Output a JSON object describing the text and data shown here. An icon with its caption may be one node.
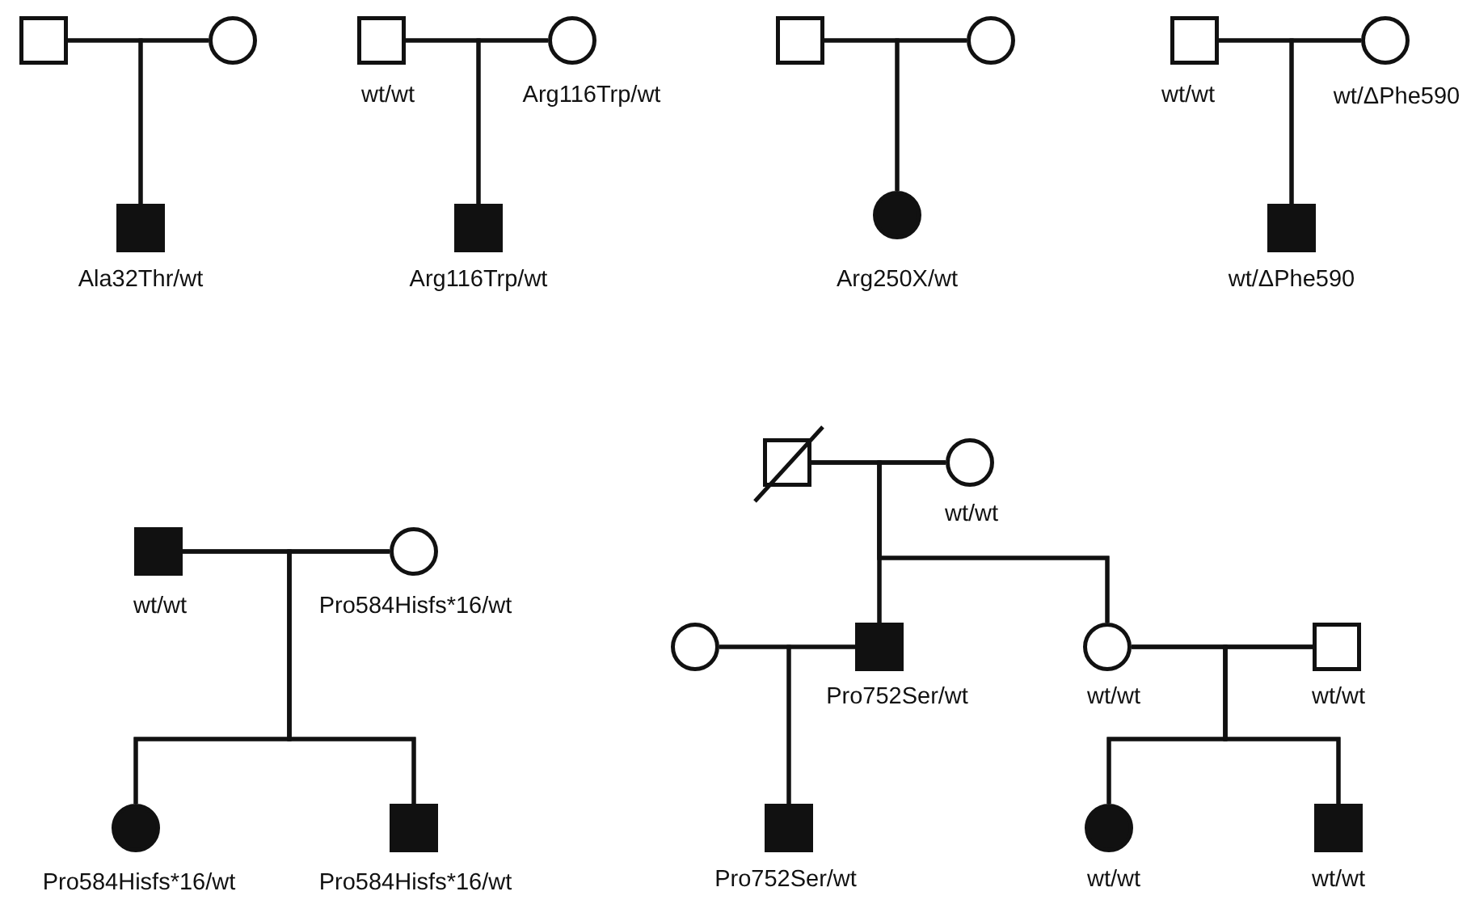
{
  "diagram": {
    "nodes": [
      {
        "text": [],
        "shape": "box"
      },
      {
        "text": [],
        "shape": "circle"
      },
      {
        "text": [],
        "shape": "filled-box",
        "beside": [
          "Ala32Thr/wt"
        ]
      },
      {
        "text": [],
        "shape": "box",
        "beside": [
          "wt/wt"
        ]
      },
      {
        "text": [],
        "shape": "circle",
        "beside": [
          "Arg116Trp/wt"
        ]
      },
      {
        "text": [],
        "shape": "filled-box",
        "beside": [
          "Arg116Trp/wt"
        ]
      },
      {
        "text": [],
        "shape": "box"
      },
      {
        "text": [],
        "shape": "circle"
      },
      {
        "text": [],
        "shape": "filled-circle",
        "beside": [
          "Arg250X/wt"
        ]
      },
      {
        "text": [],
        "shape": "box",
        "beside": [
          "wt/wt"
        ]
      },
      {
        "text": [],
        "shape": "circle",
        "beside": [
          "wt/ΔPhe590"
        ]
      },
      {
        "text": [],
        "shape": "filled-box",
        "beside": [
          "wt/ΔPhe590"
        ]
      },
      {
        "text": [],
        "shape": "crossed-box"
      },
      {
        "text": [],
        "shape": "circle",
        "beside": [
          "wt/wt"
        ]
      },
      {
        "text": [],
        "shape": "filled-box",
        "beside": [
          "wt/wt"
        ]
      },
      {
        "text": [],
        "shape": "circle",
        "beside": [
          "Pro584Hisfs*16/wt"
        ]
      },
      {
        "text": [],
        "shape": "circle"
      },
      {
        "text": [],
        "shape": "filled-box",
        "beside": [
          "Pro752Ser/wt"
        ]
      },
      {
        "text": [],
        "shape": "circle",
        "beside": [
          "wt/wt"
        ]
      },
      {
        "text": [],
        "shape": "box",
        "beside": [
          "wt/wt"
        ]
      },
      {
        "text": [],
        "shape": "filled-circle",
        "beside": [
          "Pro584Hisfs*16/wt"
        ]
      },
      {
        "text": [],
        "shape": "filled-box",
        "beside": [
          "Pro584Hisfs*16/wt"
        ]
      },
      {
        "text": [],
        "shape": "filled-box",
        "beside": [
          "Pro752Ser/wt"
        ]
      },
      {
        "text": [],
        "shape": "filled-circle",
        "beside": [
          "wt/wt"
        ]
      },
      {
        "text": [],
        "shape": "filled-box",
        "beside": [
          "wt/wt"
        ]
      }
    ],
    "edges": [
      {
        "from": 0,
        "to": 1,
        "arrow": "none"
      },
      {
        "from": 0,
        "to": 2,
        "arrow": "none"
      },
      {
        "from": 1,
        "to": 2,
        "arrow": "none"
      },
      {
        "from": 3,
        "to": 4,
        "arrow": "none"
      },
      {
        "from": 3,
        "to": 5,
        "arrow": "none"
      },
      {
        "from": 4,
        "to": 5,
        "arrow": "none"
      },
      {
        "from": 6,
        "to": 7,
        "arrow": "none"
      },
      {
        "from": 6,
        "to": 8,
        "arrow": "none"
      },
      {
        "from": 7,
        "to": 8,
        "arrow": "none"
      },
      {
        "from": 9,
        "to": 10,
        "arrow": "none"
      },
      {
        "from": 9,
        "to": 11,
        "arrow": "none"
      },
      {
        "from": 10,
        "to": 11,
        "arrow": "none"
      },
      {
        "from": 12,
        "to": 13,
        "arrow": "none"
      },
      {
        "from": 12,
        "to": 17,
        "arrow": "none"
      },
      {
        "from": 13,
        "to": 17,
        "arrow": "none"
      },
      {
        "from": 12,
        "to": 18,
        "arrow": "none"
      },
      {
        "from": 13,
        "to": 18,
        "arrow": "none"
      },
      {
        "from": 14,
        "to": 15,
        "arrow": "none"
      },
      {
        "from": 14,
        "to": 20,
        "arrow": "none"
      },
      {
        "from": 15,
        "to": 20,
        "arrow": "none"
      },
      {
        "from": 14,
        "to": 21,
        "arrow": "none"
      },
      {
        "from": 15,
        "to": 21,
        "arrow": "none"
      },
      {
        "from": 16,
        "to": 17,
        "arrow": "none"
      },
      {
        "from": 16,
        "to": 22,
        "arrow": "none"
      },
      {
        "from": 17,
        "to": 22,
        "arrow": "none"
      },
      {
        "from": 18,
        "to": 19,
        "arrow": "none"
      },
      {
        "from": 18,
        "to": 23,
        "arrow": "none"
      },
      {
        "from": 19,
        "to": 23,
        "arrow": "none"
      },
      {
        "from": 18,
        "to": 24,
        "arrow": "none"
      },
      {
        "from": 19,
        "to": 24,
        "arrow": "none"
      }
    ]
  }
}
